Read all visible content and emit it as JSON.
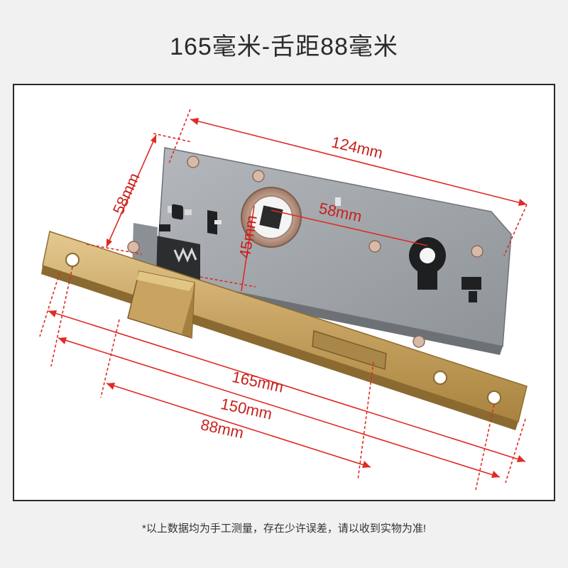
{
  "title": "165毫米-舌距88毫米",
  "footnote": "*以上数据均为手工测量，存在少许误差，请以收到实物为准!",
  "dimensions": {
    "body_width": "124mm",
    "body_height": "58mm",
    "backset": "58mm",
    "latch_to_spindle": "45mm",
    "faceplate_length": "165mm",
    "screw_spacing": "150mm",
    "latch_to_deadbolt": "88mm"
  },
  "colors": {
    "dimension": "#e02a24",
    "brass": "#c9a565",
    "steel": "#9ea3a8",
    "frame": "#2a2a2a"
  }
}
